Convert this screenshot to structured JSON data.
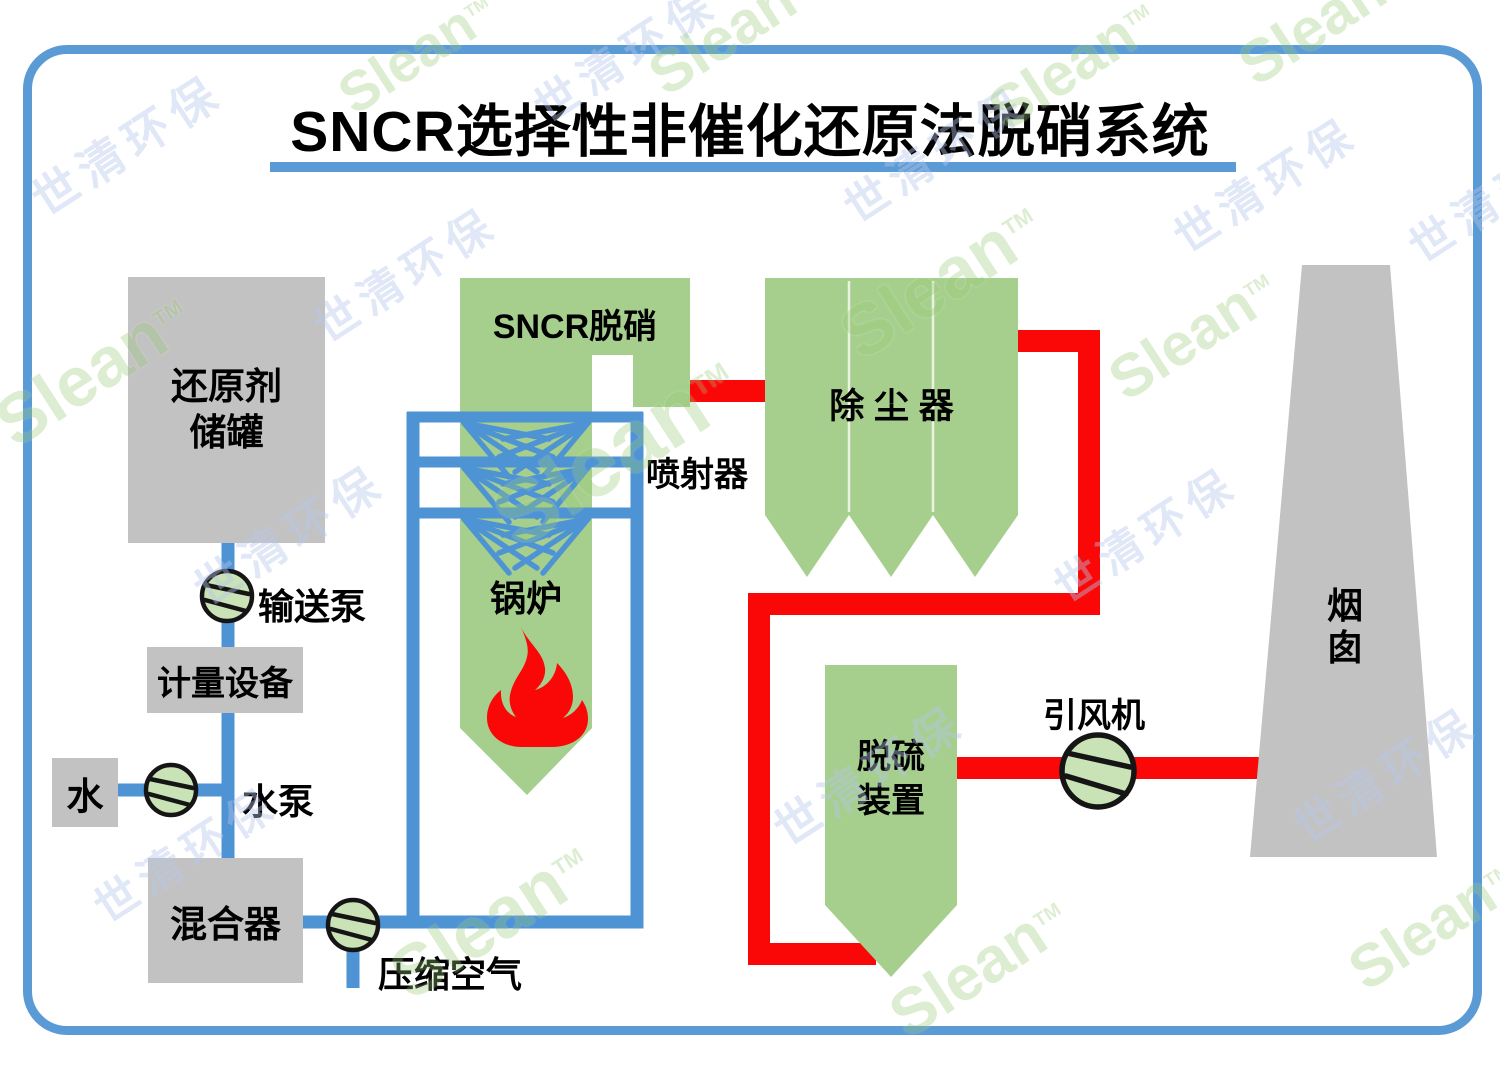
{
  "title": {
    "text": "SNCR选择性非催化还原法脱硝系统"
  },
  "colors": {
    "frame_blue": "#5B9BD5",
    "pipe_blue": "#4E93D4",
    "flue_red": "#FA0707",
    "device_green": "#A6CF8D",
    "pump_green": "#C9E3B6",
    "box_gray": "#C2C2C2",
    "ink": "#000000",
    "wm_green": "#9ACB77",
    "wm_blue": "#B7C7EB"
  },
  "labels": {
    "tank_line1": "还原剂",
    "tank_line2": "储罐",
    "transfer_pump": "输送泵",
    "metering": "计量设备",
    "water": "水",
    "water_pump": "水泵",
    "mixer": "混合器",
    "compressed_air": "压缩空气",
    "sncr": "SNCR脱硝",
    "injector": "喷射器",
    "boiler": "锅炉",
    "dust_collector": "除 尘 器",
    "desulf_line1": "脱硫",
    "desulf_line2": "装置",
    "fan": "引风机",
    "chimney_line1": "烟",
    "chimney_line2": "囱"
  },
  "watermark": {
    "brand": "Slean",
    "tm": "TM",
    "cn": "世清环保"
  }
}
